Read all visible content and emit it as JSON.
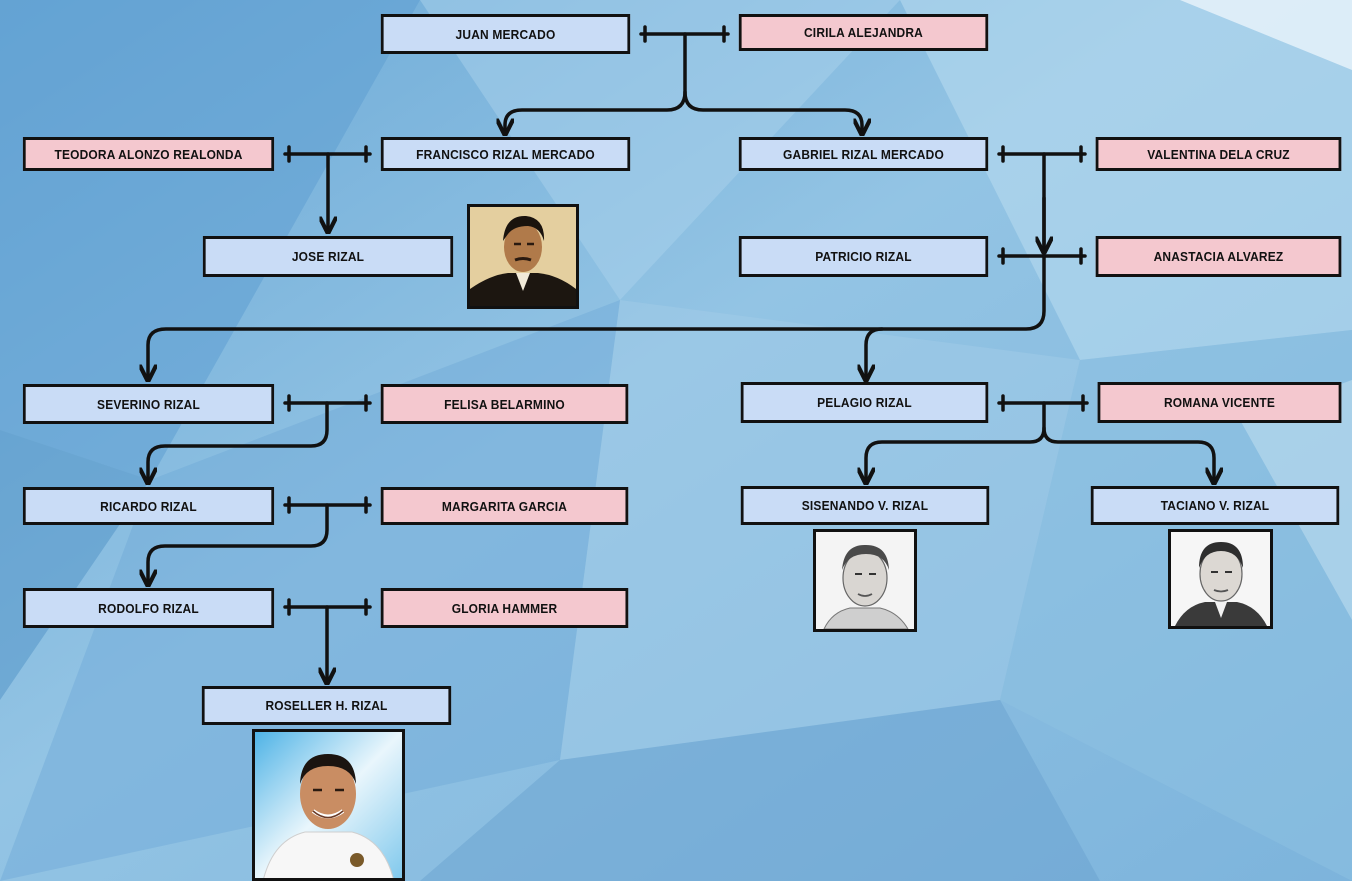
{
  "colors": {
    "male_box": "#c9dcf6",
    "female_box": "#f4c8cf",
    "border": "#111111",
    "background": "#8fbfe0"
  },
  "people": {
    "juan_mercado": "JUAN MERCADO",
    "cirila_alejandra": "CIRILA ALEJANDRA",
    "teodora_alonzo_realonda": "TEODORA ALONZO REALONDA",
    "francisco_rizal_mercado": "FRANCISCO RIZAL MERCADO",
    "gabriel_rizal_mercado": "GABRIEL RIZAL MERCADO",
    "valentina_dela_cruz": "VALENTINA DELA CRUZ",
    "jose_rizal": "JOSE RIZAL",
    "patricio_rizal": "PATRICIO RIZAL",
    "anastacia_alvarez": "ANASTACIA ALVAREZ",
    "severino_rizal": "SEVERINO RIZAL",
    "felisa_belarmino": "FELISA BELARMINO",
    "pelagio_rizal": "PELAGIO RIZAL",
    "romana_vicente": "ROMANA VICENTE",
    "ricardo_rizal": "RICARDO RIZAL",
    "margarita_garcia": "MARGARITA GARCIA",
    "sisenando_v_rizal": "SISENANDO V. RIZAL",
    "taciano_v_rizal": "TACIANO V. RIZAL",
    "rodolfo_rizal": "RODOLFO RIZAL",
    "gloria_hammer": "GLORIA HAMMER",
    "roseller_h_rizal": "ROSELLER H. RIZAL"
  },
  "portraits": [
    "jose-rizal",
    "sisenando-v-rizal",
    "taciano-v-rizal",
    "roseller-h-rizal"
  ]
}
